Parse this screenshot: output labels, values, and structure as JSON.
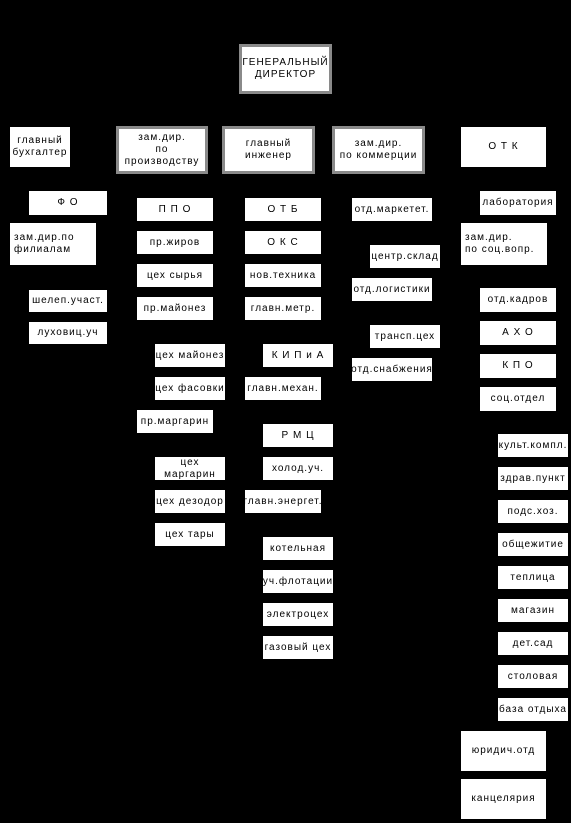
{
  "top": {
    "director": "ГЕНЕРАЛЬНЫЙ\nДИРЕКТОР"
  },
  "level1": {
    "chief_accountant": "главный\nбухгалтер",
    "deputy_production": "зам.дир.\nпо производству",
    "chief_engineer": "главный\nинженер",
    "deputy_commerce": "зам.дир.\nпо коммерции",
    "otk": "О Т К"
  },
  "accountant_col": [
    "Ф О",
    "зам.дир.по\nфилиалам",
    "шелеп.участ.",
    "луховиц.уч"
  ],
  "production_col": [
    "П П О",
    "пр.жиров",
    "цех сырья",
    "пр.майонез",
    "цех майонез",
    "цех фасовки",
    "пр.маргарин",
    "цех маргарин",
    "цех дезодор",
    "цех тары"
  ],
  "engineer_col": [
    "О Т Б",
    "О К С",
    "нов.техника",
    "главн.метр.",
    "К И П и А",
    "главн.механ.",
    "Р М Ц",
    "холод.уч.",
    "главн.энергет.",
    "котельная",
    "уч.флотации",
    "электроцех",
    "газовый цех"
  ],
  "commerce_col": [
    "отд.маркетет.",
    "центр.склад",
    "отд.логистики",
    "трансп.цех",
    "отд.снабжения"
  ],
  "otk_col": [
    "лаборатория",
    "зам.дир.\nпо соц.вопр.",
    "отд.кадров",
    "А Х О",
    "К П О",
    "соц.отдел",
    "культ.компл.",
    "здрав.пункт",
    "подс.хоз.",
    "общежитие",
    "теплица",
    "магазин",
    "дет.сад",
    "столовая",
    "база отдыха",
    "юридич.отд",
    "канцелярия"
  ]
}
